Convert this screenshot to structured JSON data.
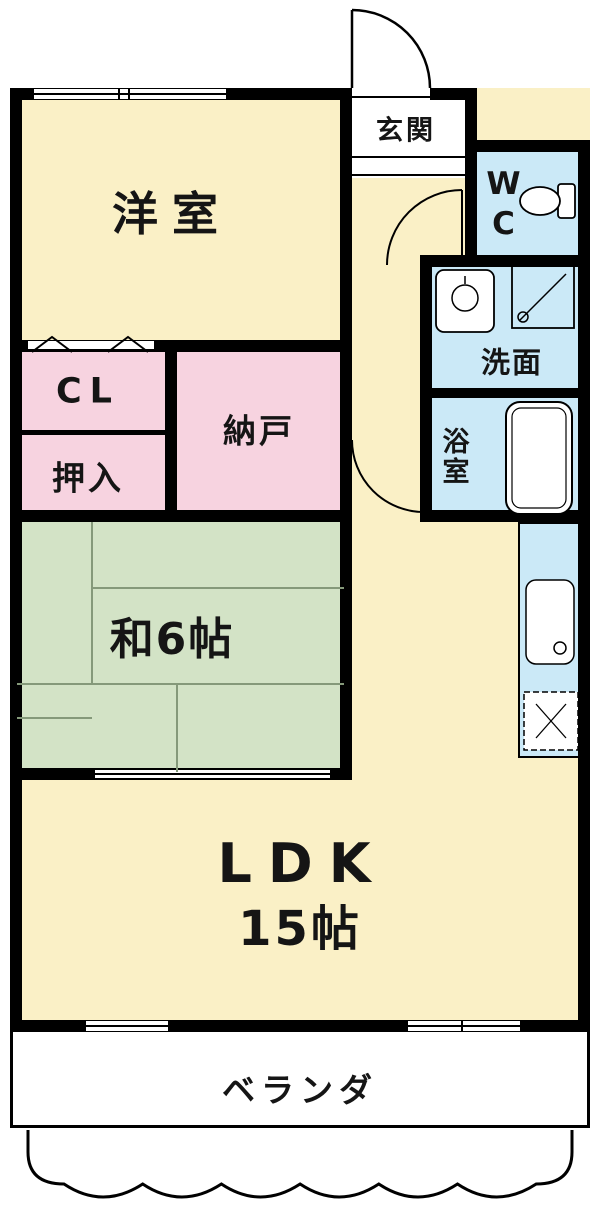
{
  "plan": {
    "type": "apartment-floor-plan",
    "rooms": {
      "western": {
        "label": "洋室"
      },
      "entrance": {
        "label": "玄関"
      },
      "wc": {
        "label": "WC"
      },
      "washroom": {
        "label": "洗面"
      },
      "closet": {
        "label": "CL"
      },
      "storage": {
        "label": "納戸"
      },
      "oshiire": {
        "label": "押入"
      },
      "bath": {
        "label": "浴室"
      },
      "japanese": {
        "label": "和6帖"
      },
      "ldk": {
        "label": "LDK",
        "size": "15帖"
      },
      "veranda": {
        "label": "ベランダ"
      }
    },
    "icons": [
      "toilet-icon",
      "washbasin-icon",
      "washing-machine-icon",
      "bathtub-icon",
      "kitchen-sink-icon",
      "stove-icon",
      "door-swing-icon",
      "entrance-door-swing-icon",
      "closet-folding-door-icon",
      "window-icon"
    ],
    "colors": {
      "wall": "#000000",
      "room_cream": "#FAF0C6",
      "room_pink": "#F7D3E0",
      "room_blue": "#CBE9F7",
      "tatami_green": "#D3E3C6",
      "background": "#FFFFFF"
    }
  }
}
